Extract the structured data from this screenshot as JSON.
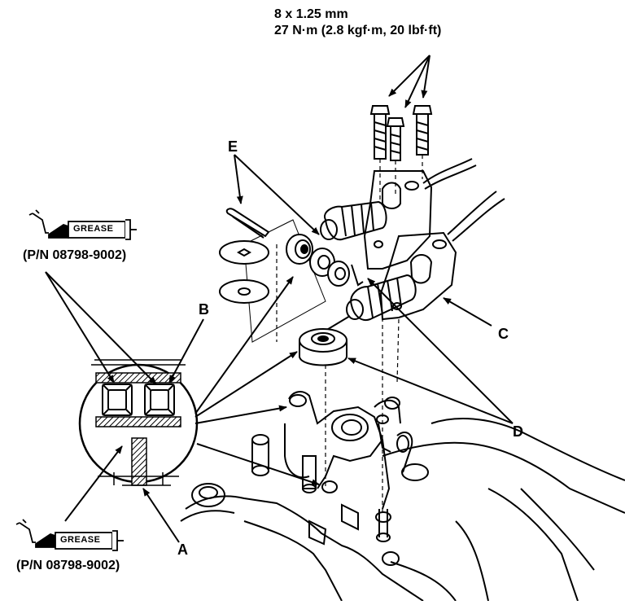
{
  "spec": {
    "line1": "8 x 1.25 mm",
    "line2": "27 N·m (2.8 kgf·m, 20 lbf·ft)"
  },
  "callouts": {
    "A": "A",
    "B": "B",
    "C": "C",
    "D": "D",
    "E": "E"
  },
  "grease_top": {
    "tag": "GREASE",
    "part_number": "(P/N 08798-9002)"
  },
  "grease_bottom": {
    "tag": "GREASE",
    "part_number": "(P/N 08798-9002)"
  },
  "colors": {
    "ink": "#000000",
    "paper": "#ffffff",
    "shade": "#9a9a9a"
  }
}
